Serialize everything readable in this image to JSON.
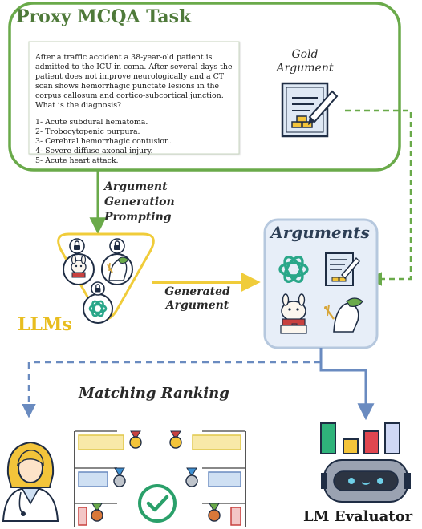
{
  "task": {
    "title": "Proxy MCQA Task",
    "question": "After a traffic accident a 38-year-old patient is  admitted to the ICU in coma. After several days the patient does not improve neurologically and a CT scan shows hemorrhagic punctate lesions in the corpus callosum and cortico-subcortical junction. What is the diagnosis?",
    "options": [
      "1- Acute subdural hematoma.",
      "2- Trobocytopenic purpura.",
      "3- Cerebral hemorrhagic contusion.",
      "4- Severe diffuse axonal injury.",
      "5- Acute heart attack."
    ],
    "gold_label": "Gold\nArgument"
  },
  "flow": {
    "argument_generation_prompting": "Argument\nGeneration\nPrompting",
    "generated_argument": "Generated\nArgument",
    "matching_ranking": "Matching Ranking"
  },
  "llms_label": "LLMs",
  "arguments_title": "Arguments",
  "evaluator_label": "LM Evaluator",
  "colors": {
    "task_border": "#6aaa4a",
    "task_title": "#4f7a3a",
    "llm_gold": "#f0cc3a",
    "arguments_bg": "#e7eef8",
    "arguments_border": "#b6c8de",
    "arrow_blue": "#6a8bc0",
    "openai_green": "#2aa789"
  }
}
